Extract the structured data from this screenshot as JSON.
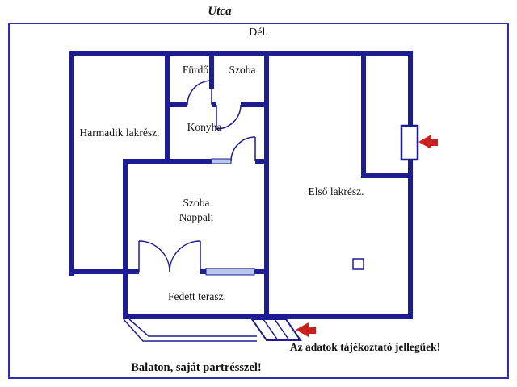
{
  "labels": {
    "street": "Utca",
    "south": "Dél.",
    "bathroom": "Fürdő",
    "room_top": "Szoba",
    "third_unit": "Harmadik lakrész.",
    "kitchen": "Konyha",
    "living_line1": "Szoba",
    "living_line2": "Nappali",
    "first_unit": "Első lakrész.",
    "terrace": "Fedett terasz.",
    "disclaimer": "Az adatok tájékoztató jellegűek!",
    "tagline": "Balaton, saját partrésszel!"
  },
  "colors": {
    "wall": "#1d1d92",
    "frame": "#2e2eae",
    "window": "#b8c6e8",
    "arrow": "#cc2020",
    "text": "#121212"
  }
}
